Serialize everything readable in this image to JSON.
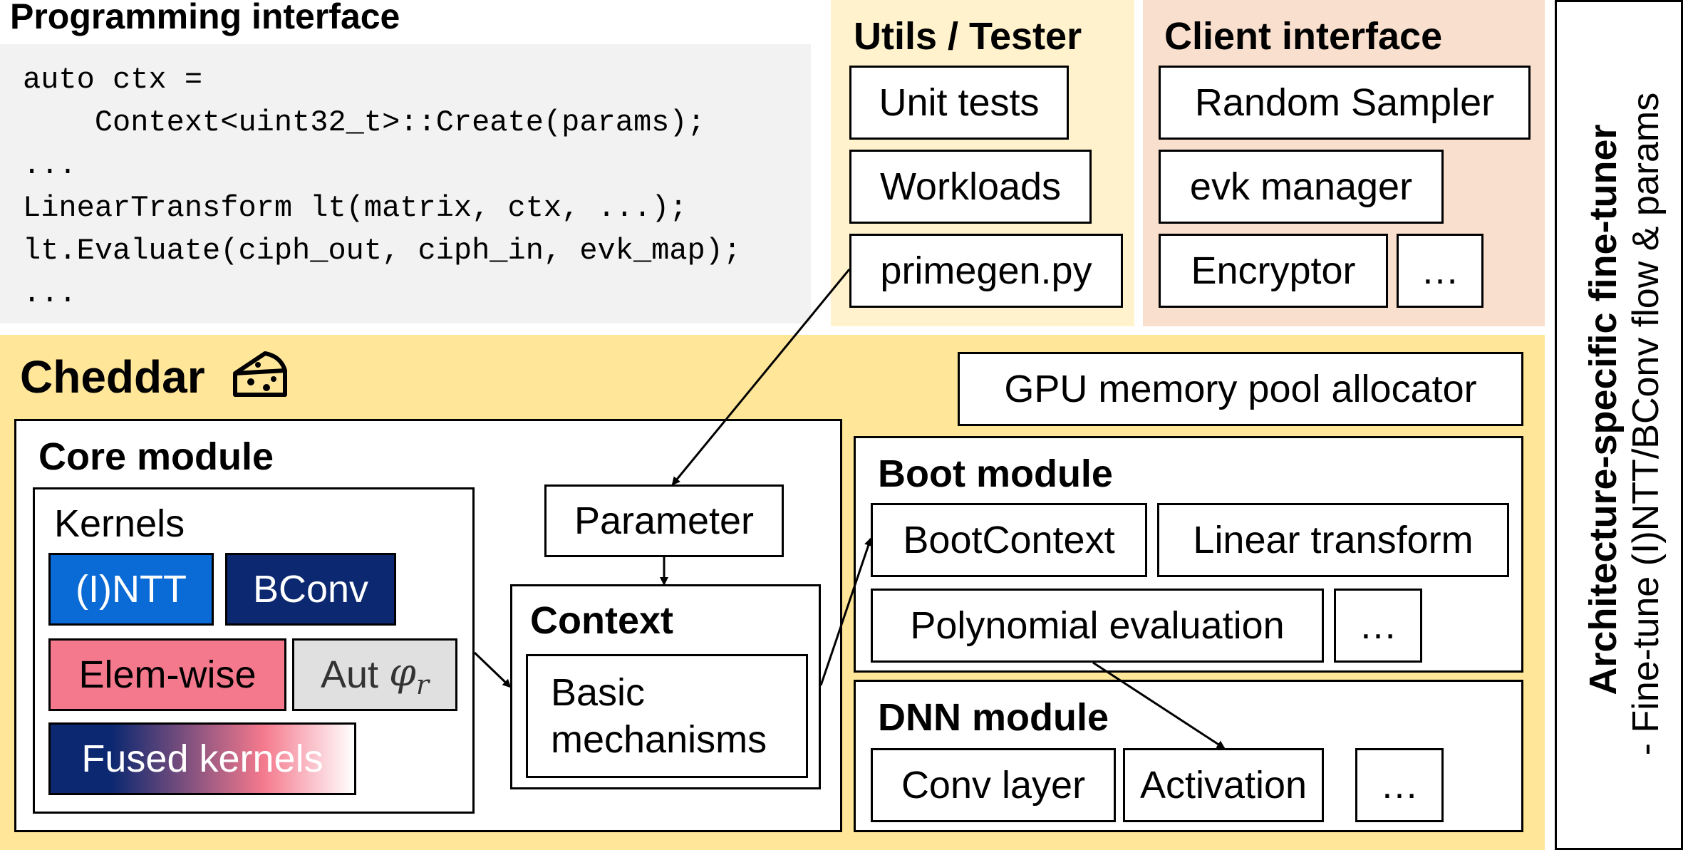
{
  "programming": {
    "title": "Programming interface",
    "code_lines": [
      "auto ctx =",
      "    Context<uint32_t>::Create(params);",
      "...",
      "LinearTransform lt(matrix, ctx, ...);",
      "lt.Evaluate(ciph_out, ciph_in, evk_map);",
      "..."
    ]
  },
  "utils": {
    "title": "Utils / Tester",
    "items": [
      "Unit tests",
      "Workloads",
      "primegen.py"
    ]
  },
  "client": {
    "title": "Client interface",
    "items": [
      "Random Sampler",
      "evk manager",
      "Encryptor",
      "…"
    ]
  },
  "cheddar": {
    "title": "Cheddar",
    "gpu_alloc": "GPU memory pool allocator",
    "core": {
      "title": "Core module",
      "kernels": {
        "title": "Kernels",
        "intt": "(I)NTT",
        "bconv": "BConv",
        "elemwise": "Elem-wise",
        "aut_prefix": "Aut ",
        "aut_phi": "φ",
        "aut_sub": "r",
        "fused": "Fused kernels"
      },
      "parameter": "Parameter",
      "context": {
        "title": "Context",
        "basic": "Basic\nmechanisms"
      }
    },
    "boot": {
      "title": "Boot module",
      "items": [
        "BootContext",
        "Linear transform",
        "Polynomial evaluation",
        "…"
      ]
    },
    "dnn": {
      "title": "DNN module",
      "items": [
        "Conv layer",
        "Activation",
        "…"
      ]
    }
  },
  "finetuner": {
    "title": "Architecture-specific fine-tuner",
    "subtitle": "- Fine-tune (I)NTT/BConv flow & params"
  },
  "colors": {
    "code_bg": "#f2f2f2",
    "utils_bg": "#fff2cc",
    "client_bg": "#f9dfcd",
    "cheddar_bg": "#ffe699",
    "intt": "#0a6ad6",
    "bconv": "#0b2870",
    "elemwise": "#f4798d",
    "aut": "#e0e0e0"
  }
}
